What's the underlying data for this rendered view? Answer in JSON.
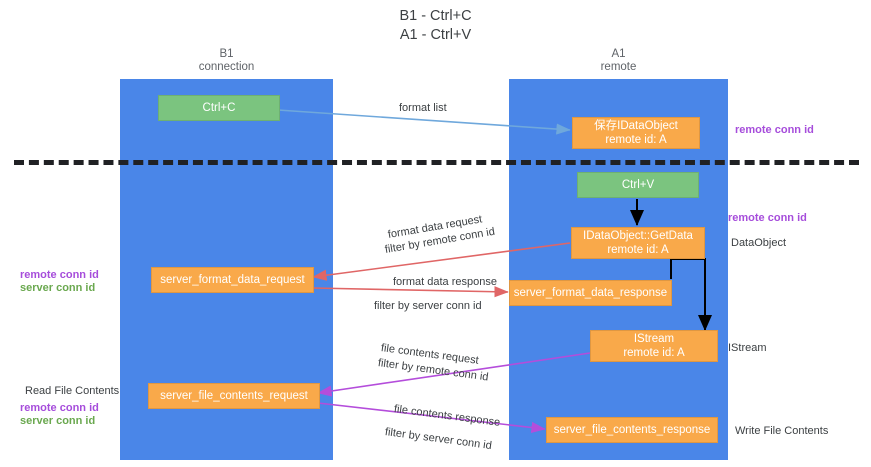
{
  "title": {
    "line1": "B1 - Ctrl+C",
    "line2": "A1 - Ctrl+V"
  },
  "lanes": [
    {
      "id": "b1",
      "title": "B1",
      "subtitle": "connection",
      "color": "#4a86e8"
    },
    {
      "id": "a1",
      "title": "A1",
      "subtitle": "remote",
      "color": "#4a86e8"
    }
  ],
  "nodes": {
    "ctrl_c": {
      "label": "Ctrl+C",
      "color": "#7bc47f"
    },
    "save_idataobject": {
      "label": "保存IDataObject",
      "sub": "remote id: A",
      "color": "#f9a94a"
    },
    "ctrl_v": {
      "label": "Ctrl+V",
      "color": "#7bc47f"
    },
    "getdata": {
      "label": "IDataObject::GetData",
      "sub": "remote id: A",
      "color": "#f9a94a"
    },
    "server_format_data_request": {
      "label": "server_format_data_request",
      "color": "#f9a94a"
    },
    "server_format_data_response": {
      "label": "server_format_data_response",
      "color": "#f9a94a"
    },
    "istream": {
      "label": "IStream",
      "sub": "remote id: A",
      "color": "#f9a94a"
    },
    "server_file_contents_request": {
      "label": "server_file_contents_request",
      "color": "#f9a94a"
    },
    "server_file_contents_response": {
      "label": "server_file_contents_response",
      "color": "#f9a94a"
    }
  },
  "edge_labels": {
    "format_list": "format list",
    "format_data_request": "format data request",
    "format_data_request_filter_prefix": "filter by ",
    "format_data_request_filter_key": "remote conn id",
    "format_data_response": "format data response",
    "format_data_response_filter_prefix": "filter by ",
    "format_data_response_filter_key": "server conn id",
    "file_contents_request": "file contents request",
    "file_contents_request_filter_prefix": "filter by ",
    "file_contents_request_filter_key": "remote conn id",
    "file_contents_response": "file contents response",
    "file_contents_response_filter_prefix": "filter by ",
    "file_contents_response_filter_key": "server conn id"
  },
  "side_labels": {
    "right_remote_conn_id_top": "remote conn id",
    "right_remote_conn_id_mid": "remote conn id",
    "right_dataobject": "DataObject",
    "right_istream": "IStream",
    "right_write_file_contents": "Write File Contents",
    "left_remote_conn_id_mid": "remote conn id",
    "left_server_conn_id_mid": "server conn id",
    "left_read_file_contents": "Read File Contents",
    "left_remote_conn_id_btm": "remote conn id",
    "left_server_conn_id_btm": "server conn id"
  },
  "colors": {
    "lane": "#4a86e8",
    "green_node": "#7bc47f",
    "orange_node": "#f9a94a",
    "purple_text": "#a64ddb",
    "green_text": "#6aa84f",
    "magenta_text": "#cc4bc2",
    "arrow_blue": "#6fa8dc",
    "arrow_black": "#000000",
    "arrow_red": "#e06666",
    "arrow_purple": "#b44ddb",
    "separator": "#202124"
  }
}
